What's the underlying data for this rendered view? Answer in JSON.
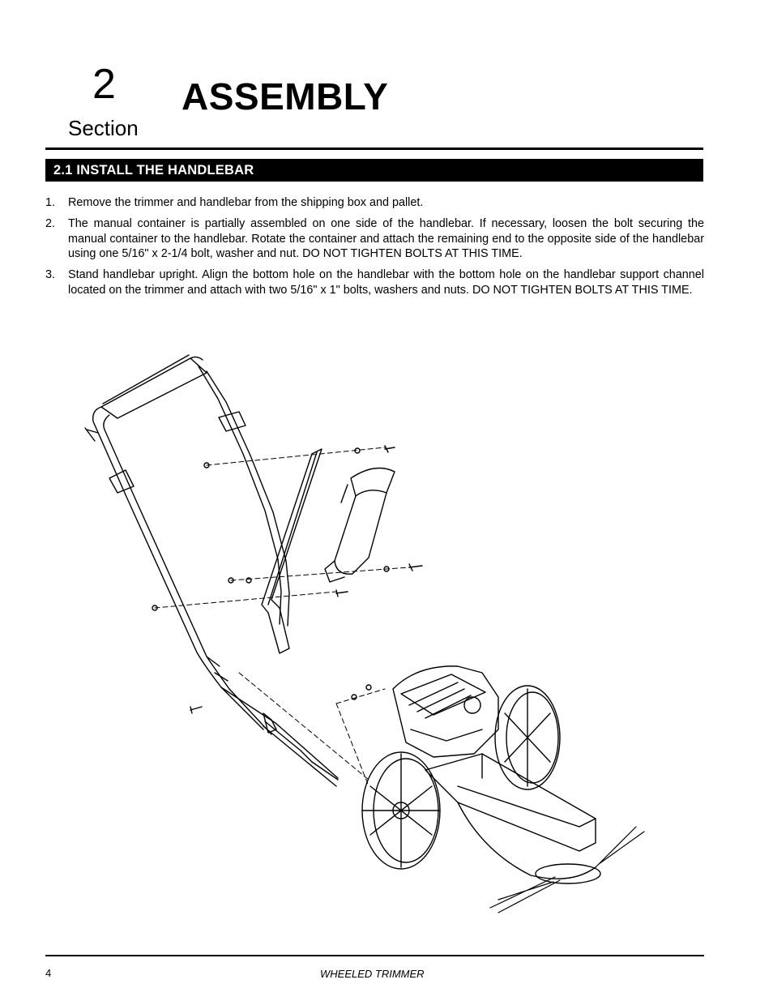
{
  "header": {
    "section_number": "2",
    "section_word": "Section",
    "title": "ASSEMBLY"
  },
  "subsection": {
    "title": "2.1  INSTALL THE HANDLEBAR"
  },
  "steps": [
    {
      "number": "1.",
      "text": "Remove the trimmer and handlebar from the shipping box and pallet."
    },
    {
      "number": "2.",
      "text": "The manual container is partially assembled on one side of the handlebar.  If necessary, loosen the bolt securing the manual container to the handlebar.  Rotate the container and attach the remaining end to the opposite side of the handlebar using one 5/16\" x 2-1/4 bolt, washer and nut.  DO NOT TIGHTEN BOLTS AT THIS TIME."
    },
    {
      "number": "3.",
      "text": "Stand handlebar upright.  Align the bottom hole on the handlebar with the bottom hole on the handlebar support channel located on the trimmer and attach with two 5/16\" x 1\" bolts, washers and nuts.  DO NOT TIGHTEN BOLTS AT THIS TIME."
    }
  ],
  "footer": {
    "page_number": "4",
    "title": "WHEELED TRIMMER"
  }
}
